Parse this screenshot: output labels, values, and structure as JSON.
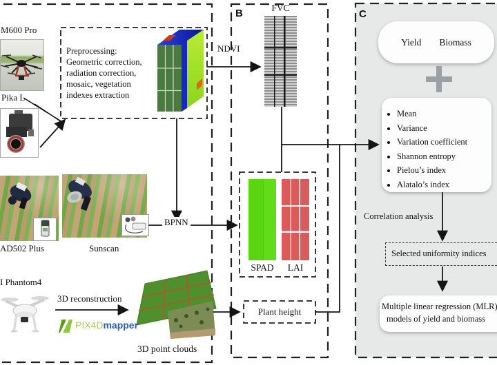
{
  "figure": {
    "section_a": {
      "m600_label": "M600 Pro",
      "pika_label": "Pika L",
      "preprocessing": [
        "Preprocessing:",
        "Geometric correction,",
        "radiation correction,",
        "mosaic, vegetation",
        "indexes extraction"
      ],
      "spad_meter_label": "AD502 Plus",
      "sunscan_label": "Sunscan",
      "phantom_label": "I Phantom4",
      "reconstruction_label": "3D reconstruction",
      "pix4d_label_green": "PIX4D",
      "pix4d_label_blue": "mapper",
      "point_clouds_label": "3D point clouds",
      "ndvi_label": "NDVI",
      "bpnn_label": "BPNN"
    },
    "section_b": {
      "label": "B",
      "fvc_label": "FVC",
      "spad_label": "SPAD",
      "lai_label": "LAI",
      "plant_height_label": "Plant height"
    },
    "section_c": {
      "label": "C",
      "yield_label": "Yield",
      "biomass_label": "Biomass",
      "uniformity_stats": [
        "Mean",
        "Variance",
        "Variation coefficient",
        "Shannon entropy",
        "Pielou’s index",
        "Alatalo’s index"
      ],
      "correlation_label": "Correlation analysis",
      "selected_label": "Selected uniformity indices",
      "mlr_line1": "Multiple linear regression (MLR)",
      "mlr_line2": "models of yield and biomass"
    },
    "colors": {
      "panel_c_bg": "#e7e9e8",
      "spad_green": "#5ad50f",
      "lai_red": "#dc5a5a",
      "pix4d_green": "#8dc63f",
      "pix4d_blue": "#2b5da8",
      "plus_gray": "#9aa0a4"
    }
  }
}
